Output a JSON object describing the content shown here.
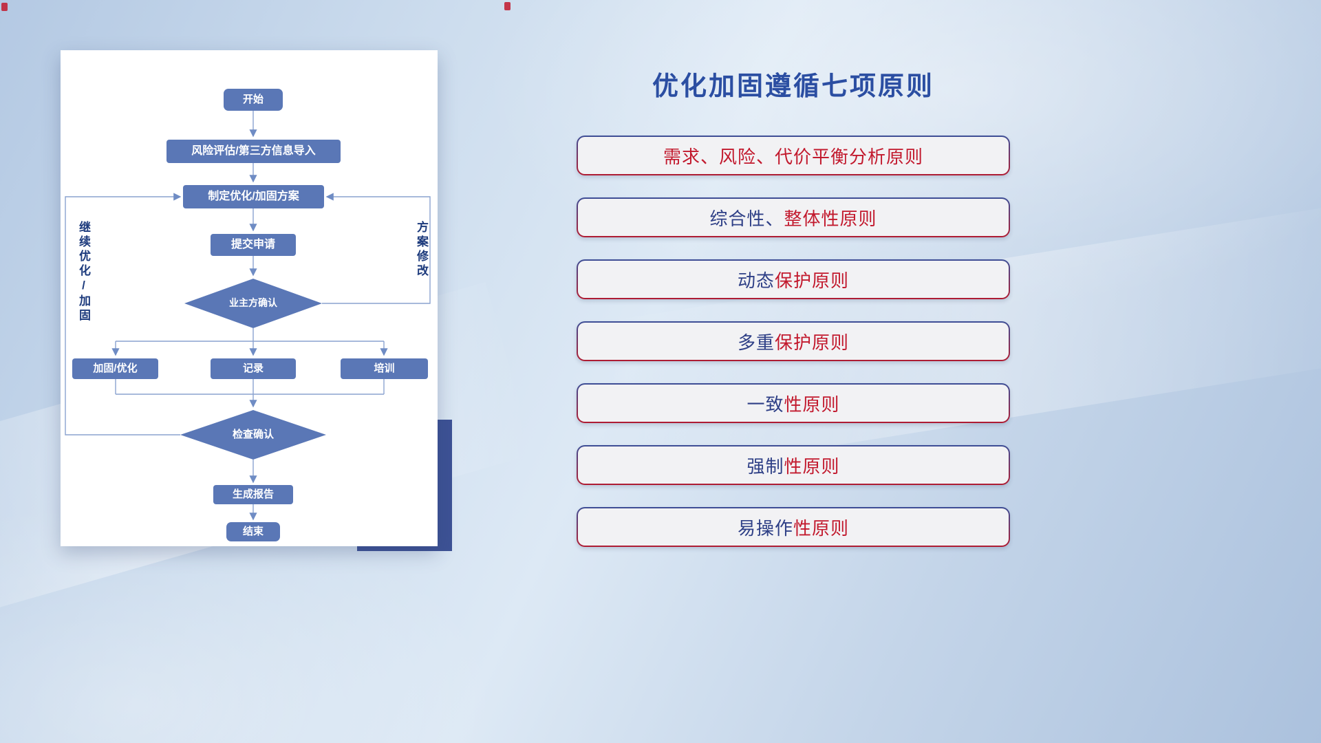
{
  "palette": {
    "card_bg": "#ffffff",
    "accent_navy_block": "#3d5295",
    "node_fill": "#5a77b6",
    "connector": "#8aa2cf",
    "arrow": "#6f8cc4",
    "flow_side_label": "#1c3a7c",
    "title_blue": "#2b4ea2",
    "principle_red": "#c2192d",
    "principle_navy": "#2e3f86",
    "principle_bg": "#f2f2f4",
    "border_gradient_top": "#3c4e97",
    "border_gradient_bottom": "#b01b31"
  },
  "flowchart": {
    "nodes": {
      "start": "开始",
      "risk": "风险评估/第三方信息导入",
      "plan": "制定优化/加固方案",
      "submit": "提交申请",
      "owner_confirm": "业主方确认",
      "reinforce": "加固/优化",
      "record": "记录",
      "training": "培训",
      "check_confirm": "检查确认",
      "report": "生成报告",
      "end": "结束"
    },
    "labels": {
      "left_loop": "继续优化/加固",
      "right_loop": "方案修改"
    }
  },
  "principles": {
    "title": "优化加固遵循七项原则",
    "items": [
      {
        "segments": [
          {
            "text": "需求、风险、代价平衡分析原则",
            "color": "red"
          }
        ]
      },
      {
        "segments": [
          {
            "text": "综合性、",
            "color": "navy"
          },
          {
            "text": "整体性原则",
            "color": "red"
          }
        ]
      },
      {
        "segments": [
          {
            "text": "动态",
            "color": "navy"
          },
          {
            "text": "保护原则",
            "color": "red"
          }
        ]
      },
      {
        "segments": [
          {
            "text": "多重",
            "color": "navy"
          },
          {
            "text": "保护原则",
            "color": "red"
          }
        ]
      },
      {
        "segments": [
          {
            "text": "一致",
            "color": "navy"
          },
          {
            "text": "性原则",
            "color": "red"
          }
        ]
      },
      {
        "segments": [
          {
            "text": "强制",
            "color": "navy"
          },
          {
            "text": "性原则",
            "color": "red"
          }
        ]
      },
      {
        "segments": [
          {
            "text": "易操作",
            "color": "navy"
          },
          {
            "text": "性原则",
            "color": "red"
          }
        ]
      }
    ]
  }
}
